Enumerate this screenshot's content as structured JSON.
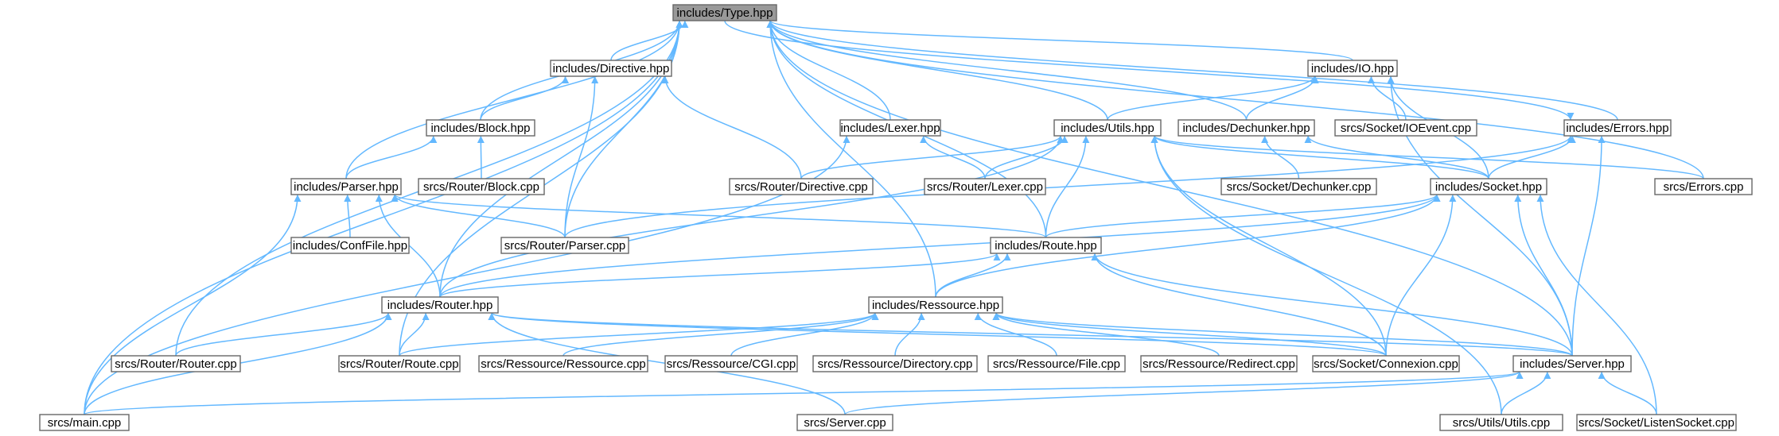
{
  "graph": {
    "root": "includes/Type.hpp",
    "edge_color": "#63b8ff",
    "node_border_color": "#666666",
    "root_fill_color": "#999999",
    "nodes": {
      "type_hpp": "includes/Type.hpp",
      "directive_hpp": "includes/Directive.hpp",
      "io_hpp": "includes/IO.hpp",
      "block_hpp": "includes/Block.hpp",
      "lexer_hpp": "includes/Lexer.hpp",
      "utils_hpp": "includes/Utils.hpp",
      "dechunker_hpp": "includes/Dechunker.hpp",
      "ioevent_cpp": "srcs/Socket/IOEvent.cpp",
      "errors_hpp": "includes/Errors.hpp",
      "parser_hpp": "includes/Parser.hpp",
      "router_block_cpp": "srcs/Router/Block.cpp",
      "router_directive_cpp": "srcs/Router/Directive.cpp",
      "router_lexer_cpp": "srcs/Router/Lexer.cpp",
      "socket_dechunker_cpp": "srcs/Socket/Dechunker.cpp",
      "socket_hpp": "includes/Socket.hpp",
      "errors_cpp": "srcs/Errors.cpp",
      "conffile_hpp": "includes/ConfFile.hpp",
      "router_parser_cpp": "srcs/Router/Parser.cpp",
      "route_hpp": "includes/Route.hpp",
      "router_hpp": "includes/Router.hpp",
      "ressource_hpp": "includes/Ressource.hpp",
      "router_router_cpp": "srcs/Router/Router.cpp",
      "router_route_cpp": "srcs/Router/Route.cpp",
      "ressource_ressource_cpp": "srcs/Ressource/Ressource.cpp",
      "ressource_cgi_cpp": "srcs/Ressource/CGI.cpp",
      "ressource_directory_cpp": "srcs/Ressource/Directory.cpp",
      "ressource_file_cpp": "srcs/Ressource/File.cpp",
      "ressource_redirect_cpp": "srcs/Ressource/Redirect.cpp",
      "socket_connexion_cpp": "srcs/Socket/Connexion.cpp",
      "server_hpp": "includes/Server.hpp",
      "main_cpp": "srcs/main.cpp",
      "server_cpp": "srcs/Server.cpp",
      "utils_utils_cpp": "srcs/Utils/Utils.cpp",
      "socket_listensocket_cpp": "srcs/Socket/ListenSocket.cpp"
    },
    "edges": [
      [
        "directive_hpp",
        "type_hpp"
      ],
      [
        "io_hpp",
        "type_hpp"
      ],
      [
        "block_hpp",
        "type_hpp"
      ],
      [
        "lexer_hpp",
        "type_hpp"
      ],
      [
        "utils_hpp",
        "type_hpp"
      ],
      [
        "dechunker_hpp",
        "type_hpp"
      ],
      [
        "errors_hpp",
        "type_hpp"
      ],
      [
        "parser_hpp",
        "type_hpp"
      ],
      [
        "router_parser_cpp",
        "type_hpp"
      ],
      [
        "route_hpp",
        "type_hpp"
      ],
      [
        "router_hpp",
        "type_hpp"
      ],
      [
        "ressource_hpp",
        "type_hpp"
      ],
      [
        "router_router_cpp",
        "type_hpp"
      ],
      [
        "router_route_cpp",
        "type_hpp"
      ],
      [
        "main_cpp",
        "type_hpp"
      ],
      [
        "errors_cpp",
        "type_hpp"
      ],
      [
        "server_hpp",
        "type_hpp"
      ],
      [
        "type_hpp",
        "errors_hpp"
      ],
      [
        "block_hpp",
        "directive_hpp"
      ],
      [
        "router_directive_cpp",
        "directive_hpp"
      ],
      [
        "router_parser_cpp",
        "directive_hpp"
      ],
      [
        "utils_hpp",
        "io_hpp"
      ],
      [
        "dechunker_hpp",
        "io_hpp"
      ],
      [
        "ioevent_cpp",
        "io_hpp"
      ],
      [
        "socket_hpp",
        "io_hpp"
      ],
      [
        "server_hpp",
        "io_hpp"
      ],
      [
        "parser_hpp",
        "block_hpp"
      ],
      [
        "router_block_cpp",
        "block_hpp"
      ],
      [
        "router_lexer_cpp",
        "lexer_hpp"
      ],
      [
        "main_cpp",
        "lexer_hpp"
      ],
      [
        "router_directive_cpp",
        "utils_hpp"
      ],
      [
        "router_lexer_cpp",
        "utils_hpp"
      ],
      [
        "socket_hpp",
        "utils_hpp"
      ],
      [
        "errors_cpp",
        "utils_hpp"
      ],
      [
        "route_hpp",
        "utils_hpp"
      ],
      [
        "router_hpp",
        "utils_hpp"
      ],
      [
        "socket_connexion_cpp",
        "utils_hpp"
      ],
      [
        "utils_utils_cpp",
        "utils_hpp"
      ],
      [
        "socket_dechunker_cpp",
        "dechunker_hpp"
      ],
      [
        "socket_hpp",
        "dechunker_hpp"
      ],
      [
        "socket_hpp",
        "errors_hpp"
      ],
      [
        "server_hpp",
        "errors_hpp"
      ],
      [
        "router_parser_cpp",
        "errors_hpp"
      ],
      [
        "conffile_hpp",
        "parser_hpp"
      ],
      [
        "router_parser_cpp",
        "parser_hpp"
      ],
      [
        "router_hpp",
        "parser_hpp"
      ],
      [
        "main_cpp",
        "parser_hpp"
      ],
      [
        "route_hpp",
        "parser_hpp"
      ],
      [
        "route_hpp",
        "socket_hpp"
      ],
      [
        "router_hpp",
        "socket_hpp"
      ],
      [
        "ressource_hpp",
        "socket_hpp"
      ],
      [
        "socket_connexion_cpp",
        "socket_hpp"
      ],
      [
        "server_hpp",
        "socket_hpp"
      ],
      [
        "socket_listensocket_cpp",
        "socket_hpp"
      ],
      [
        "router_hpp",
        "route_hpp"
      ],
      [
        "ressource_hpp",
        "route_hpp"
      ],
      [
        "socket_connexion_cpp",
        "route_hpp"
      ],
      [
        "server_hpp",
        "route_hpp"
      ],
      [
        "router_router_cpp",
        "router_hpp"
      ],
      [
        "router_route_cpp",
        "router_hpp"
      ],
      [
        "main_cpp",
        "router_hpp"
      ],
      [
        "server_cpp",
        "router_hpp"
      ],
      [
        "socket_connexion_cpp",
        "router_hpp"
      ],
      [
        "server_hpp",
        "router_hpp"
      ],
      [
        "router_route_cpp",
        "ressource_hpp"
      ],
      [
        "ressource_ressource_cpp",
        "ressource_hpp"
      ],
      [
        "ressource_cgi_cpp",
        "ressource_hpp"
      ],
      [
        "ressource_directory_cpp",
        "ressource_hpp"
      ],
      [
        "ressource_file_cpp",
        "ressource_hpp"
      ],
      [
        "ressource_redirect_cpp",
        "ressource_hpp"
      ],
      [
        "socket_connexion_cpp",
        "ressource_hpp"
      ],
      [
        "server_hpp",
        "ressource_hpp"
      ],
      [
        "main_cpp",
        "server_hpp"
      ],
      [
        "server_cpp",
        "server_hpp"
      ],
      [
        "utils_utils_cpp",
        "server_hpp"
      ],
      [
        "socket_listensocket_cpp",
        "server_hpp"
      ]
    ]
  }
}
